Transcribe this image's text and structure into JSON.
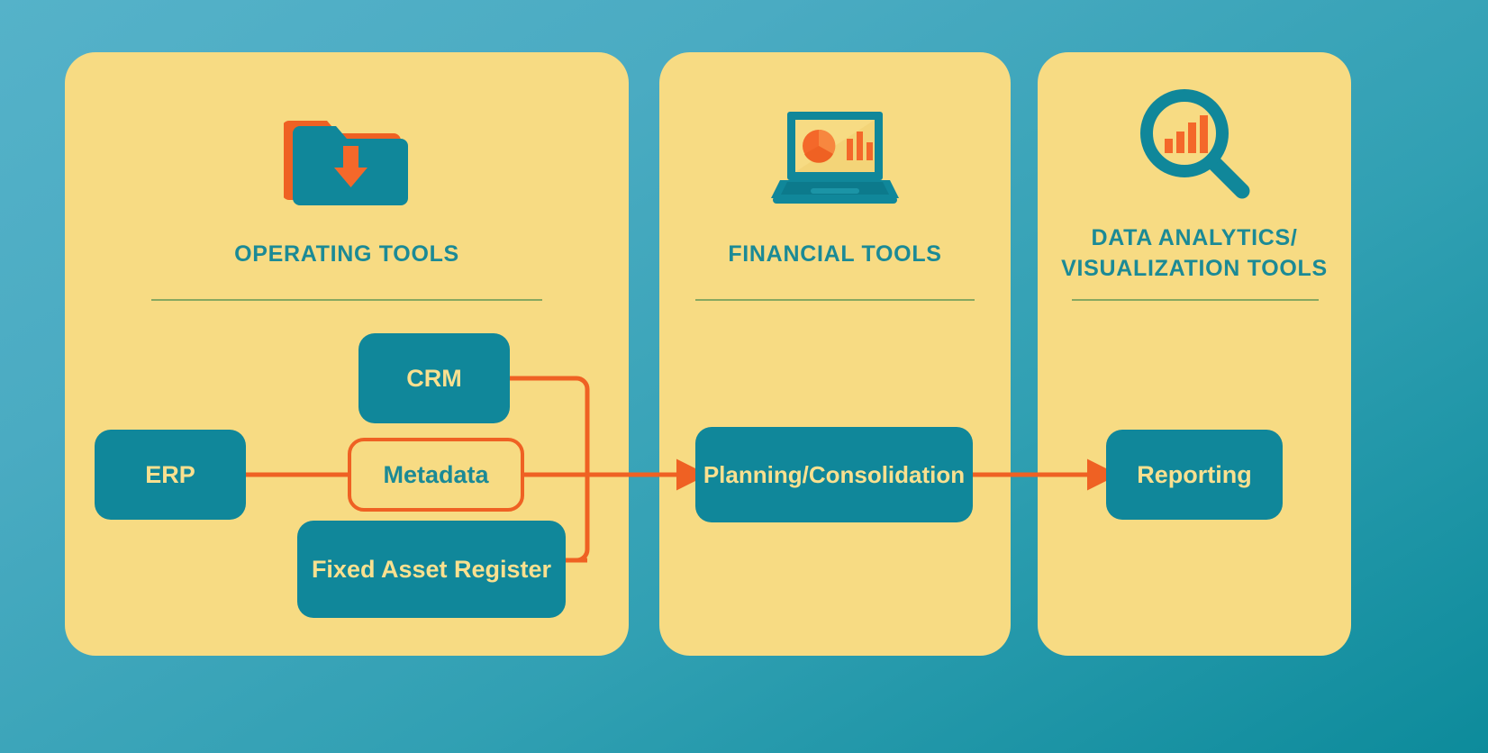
{
  "theme": {
    "background_top": "#55b2c9",
    "background_bottom": "#0d8b9b",
    "card_background": "#f7db83",
    "node_fill": "#10879a",
    "node_text": "#f9e08f",
    "accent_orange": "#ef6123",
    "title_teal": "#1b8a96",
    "divider_green": "#87a861"
  },
  "cards": [
    {
      "id": "operating",
      "title": "OPERATING TOOLS",
      "icon": "folder-download-icon"
    },
    {
      "id": "financial",
      "title": "FINANCIAL TOOLS",
      "icon": "laptop-chart-icon"
    },
    {
      "id": "analytics",
      "title_line1": "DATA ANALYTICS/",
      "title_line2": "VISUALIZATION TOOLS",
      "icon": "magnifier-bar-chart-icon"
    }
  ],
  "nodes": {
    "erp": {
      "label": "ERP",
      "style": "solid"
    },
    "crm": {
      "label": "CRM",
      "style": "solid"
    },
    "metadata": {
      "label": "Metadata",
      "style": "outlined"
    },
    "fixed_asset_register": {
      "label": "Fixed Asset Register",
      "style": "solid"
    },
    "planning_consolidation": {
      "label": "Planning/Consolidation",
      "style": "solid"
    },
    "reporting": {
      "label": "Reporting",
      "style": "solid"
    }
  },
  "flow": {
    "edges": [
      {
        "from": "erp",
        "to": "metadata",
        "arrow": false
      },
      {
        "from": "crm",
        "to": "merge-bus",
        "arrow": false
      },
      {
        "from": "fixed_asset_register",
        "to": "merge-bus",
        "arrow": false
      },
      {
        "from": "metadata",
        "to": "planning_consolidation",
        "arrow": true
      },
      {
        "from": "planning_consolidation",
        "to": "reporting",
        "arrow": true
      }
    ]
  }
}
